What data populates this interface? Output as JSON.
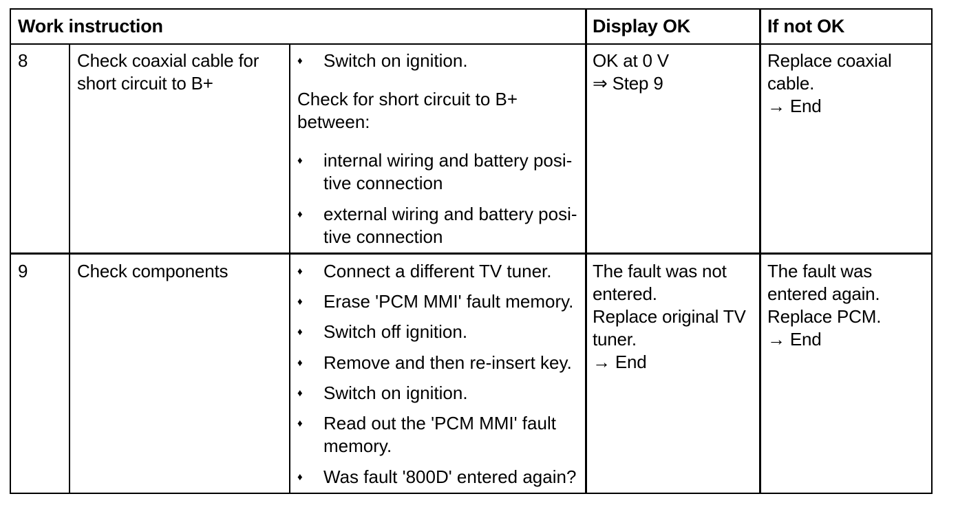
{
  "table": {
    "headers": {
      "work_instruction": "Work instruction",
      "display_ok": "Display OK",
      "if_not_ok": "If not OK"
    },
    "bullet_glyph": "♦",
    "rows": [
      {
        "step": "8",
        "title_lines": [
          "Check coaxial cable for",
          "short circuit to B+"
        ],
        "instructions": {
          "bullet1": "Switch on ignition.",
          "paragraph_lines": [
            "Check for short circuit to B+",
            "between:"
          ],
          "bullet2_lines": [
            "internal wiring and battery posi-",
            "tive connection"
          ],
          "bullet3_lines": [
            "external wiring and battery posi-",
            "tive connection"
          ]
        },
        "display_ok_lines": [
          "OK at 0 V",
          "⇒ Step 9"
        ],
        "if_not_ok_lines": [
          "Replace coaxial",
          "cable.",
          "→ End"
        ]
      },
      {
        "step": "9",
        "title_lines": [
          "Check components"
        ],
        "instructions": {
          "bullets": [
            [
              "Connect a different TV tuner."
            ],
            [
              "Erase 'PCM MMI' fault memory."
            ],
            [
              "Switch off ignition."
            ],
            [
              "Remove and then re-insert key."
            ],
            [
              "Switch on ignition."
            ],
            [
              "Read out the 'PCM MMI' fault",
              "memory."
            ],
            [
              "Was fault '800D' entered again?"
            ]
          ]
        },
        "display_ok_lines": [
          "The fault was not",
          "entered.",
          "Replace original TV",
          "tuner.",
          "→ End"
        ],
        "if_not_ok_lines": [
          "The fault was",
          "entered again.",
          "Replace PCM.",
          "→ End"
        ]
      }
    ]
  }
}
